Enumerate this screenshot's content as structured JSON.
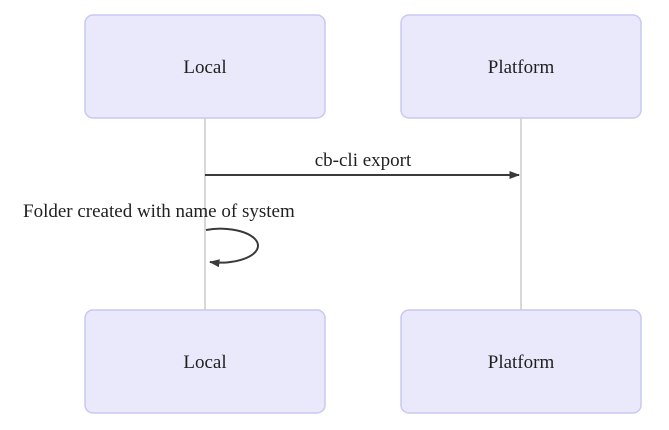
{
  "diagram": {
    "type": "sequence",
    "actors": [
      {
        "id": "local",
        "label": "Local"
      },
      {
        "id": "platform",
        "label": "Platform"
      }
    ],
    "messages": [
      {
        "from": "local",
        "to": "platform",
        "kind": "solid-arrow",
        "label": "cb-cli export"
      },
      {
        "from": "local",
        "to": "local",
        "kind": "self-loop",
        "label": "Folder created with name of system"
      }
    ]
  },
  "colors": {
    "background": "#FFFFFF",
    "box_fill": "#E9E9FB",
    "box_border": "#C8C8F2",
    "lifeline": "#CFCFCF",
    "arrow": "#3A3A3A",
    "text": "#1F1F1F"
  }
}
